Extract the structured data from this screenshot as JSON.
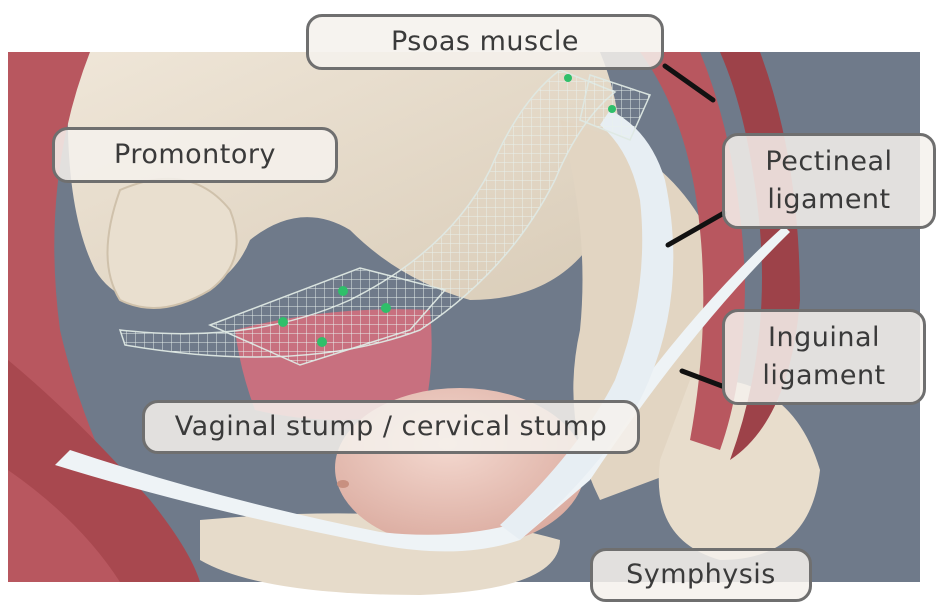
{
  "labels": {
    "psoas": "Psoas muscle",
    "promontory": "Promontory",
    "pectineal": "Pectineal\nligament",
    "inguinal": "Inguinal\nligament",
    "stump": "Vaginal stump / cervical stump",
    "symphysis": "Symphysis"
  },
  "colors": {
    "background": "#ffffff",
    "backdrop": "#6f7a8a",
    "bone": "#e4d8c6",
    "muscle": "#b8575f",
    "ligament": "#eef3f6",
    "mesh": "#dfe9e4",
    "mesh_tack": "#2fbf6a",
    "stump": "#c8707f",
    "bladder": "#e7c2b8",
    "leader_line": "#111111",
    "callout_border": "#6f6f6f"
  }
}
